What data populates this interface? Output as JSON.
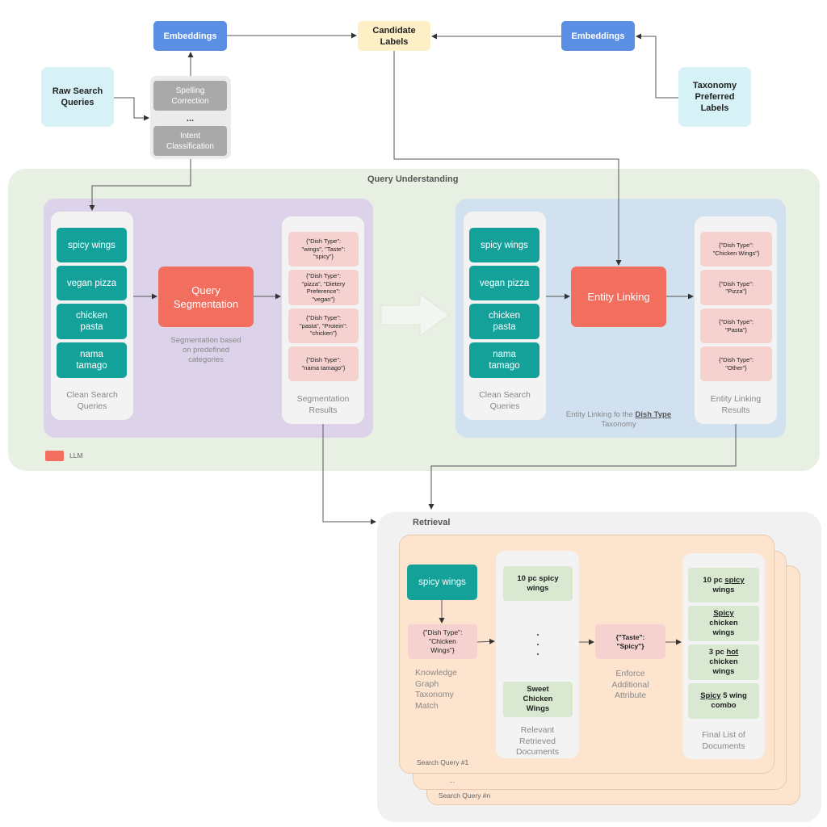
{
  "top": {
    "embeddings_left": "Embeddings",
    "embeddings_right": "Embeddings",
    "candidate_labels_1": "Candidate",
    "candidate_labels_2": "Labels",
    "raw_queries_1": "Raw Search",
    "raw_queries_2": "Queries",
    "taxonomy_1": "Taxonomy",
    "taxonomy_2": "Preferred",
    "taxonomy_3": "Labels",
    "spelling_1": "Spelling",
    "spelling_2": "Correction",
    "ellipsis": "...",
    "intent_1": "Intent",
    "intent_2": "Classification"
  },
  "query_understanding": {
    "title": "Query Understanding",
    "legend_label": "LLM",
    "legend_color": "#f26e5e",
    "segmentation": {
      "queries": [
        {
          "l1": "spicy wings",
          "l2": ""
        },
        {
          "l1": "vegan pizza",
          "l2": ""
        },
        {
          "l1": "chicken",
          "l2": "pasta"
        },
        {
          "l1": "nama",
          "l2": "tamago"
        }
      ],
      "queries_caption_1": "Clean Search",
      "queries_caption_2": "Queries",
      "llm_1": "Query",
      "llm_2": "Segmentation",
      "llm_caption_1": "Segmentation based",
      "llm_caption_2": "on predefined",
      "llm_caption_3": "categories",
      "results": [
        {
          "l1": "{\"Dish Type\":",
          "l2": "\"wings\", \"Taste\":",
          "l3": "\"spicy\"}",
          "l4": ""
        },
        {
          "l1": "{\"Dish Type\":",
          "l2": "\"pizza\", \"Dietery",
          "l3": "Preference\":",
          "l4": "\"vegan\"}"
        },
        {
          "l1": "{\"Dish Type\":",
          "l2": "\"pasta\", \"Protein\":",
          "l3": "\"chicken\"}",
          "l4": ""
        },
        {
          "l1": "{\"Dish Type\":",
          "l2": "\"nama tamago\"}",
          "l3": "",
          "l4": ""
        }
      ],
      "results_caption_1": "Segmentation",
      "results_caption_2": "Results"
    },
    "linking": {
      "queries": [
        {
          "l1": "spicy wings",
          "l2": ""
        },
        {
          "l1": "vegan pizza",
          "l2": ""
        },
        {
          "l1": "chicken",
          "l2": "pasta"
        },
        {
          "l1": "nama",
          "l2": "tamago"
        }
      ],
      "queries_caption_1": "Clean Search",
      "queries_caption_2": "Queries",
      "llm_label": "Entity Linking",
      "note_prefix": "Entity Linking fo the ",
      "note_bold": "Dish Type",
      "note_suffix": "Taxonomy",
      "results": [
        {
          "l1": "{\"Dish Type\":",
          "l2": "\"Chicken Wings\"}"
        },
        {
          "l1": "{\"Dish Type\":",
          "l2": "\"Pizza\"}"
        },
        {
          "l1": "{\"Dish Type\":",
          "l2": "\"Pasta\"}"
        },
        {
          "l1": "{\"Dish Type\":",
          "l2": "\"Other\"}"
        }
      ],
      "results_caption_1": "Entity Linking",
      "results_caption_2": "Results"
    }
  },
  "retrieval": {
    "title": "Retrieval",
    "query": "spicy wings",
    "kg_label_1": "{\"Dish Type\":",
    "kg_label_2": "\"Chicken",
    "kg_label_3": "Wings\"}",
    "kg_caption_1": "Knowledge",
    "kg_caption_2": "Graph",
    "kg_caption_3": "Taxonomy",
    "kg_caption_4": "Match",
    "doc_top_1": "10 pc spicy",
    "doc_top_2": "wings",
    "dots": ".",
    "doc_bottom_1": "Sweet",
    "doc_bottom_2": "Chicken",
    "doc_bottom_3": "Wings",
    "docs_caption_1": "Relevant",
    "docs_caption_2": "Retrieved",
    "docs_caption_3": "Documents",
    "attr_1": "{\"Taste\":",
    "attr_2": "\"Spicy\"}",
    "attr_caption_1": "Enforce",
    "attr_caption_2": "Additional",
    "attr_caption_3": "Attribute",
    "final": [
      {
        "pre": "10 pc ",
        "u": "spicy",
        "post": "",
        "l2": "wings",
        "l3": ""
      },
      {
        "pre": "",
        "u": "Spicy",
        "post": "",
        "l2": "chicken",
        "l3": "wings"
      },
      {
        "pre": "3 pc ",
        "u": "hot",
        "post": "",
        "l2": "chicken",
        "l3": "wings"
      },
      {
        "pre": "",
        "u": "Spicy",
        "post": " 5 wing",
        "l2": "combo",
        "l3": ""
      }
    ],
    "final_caption_1": "Final List of",
    "final_caption_2": "Documents",
    "stack_label_1": "Search Query #1",
    "stack_ellipsis": "...",
    "stack_label_n": "Search Query #n"
  }
}
